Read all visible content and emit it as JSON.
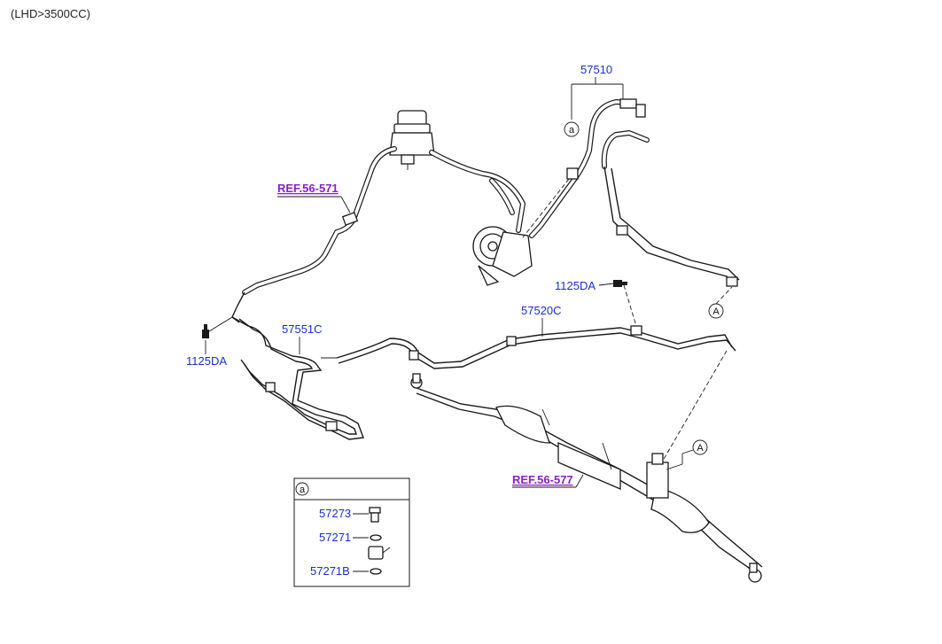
{
  "header": {
    "note": "(LHD>3500CC)"
  },
  "labels": {
    "p57510": "57510",
    "ref56571": "REF.56-571",
    "p1125da_right": "1125DA",
    "p57520c": "57520C",
    "p57551c": "57551C",
    "p1125da_left": "1125DA",
    "ref56577": "REF.56-577",
    "marker_a": "a",
    "marker_A": "A"
  },
  "detail_box": {
    "title": "a",
    "items": [
      {
        "part": "57273"
      },
      {
        "part": "57271"
      },
      {
        "part": "57271B"
      }
    ]
  },
  "colors": {
    "part_number": "#1a2fd0",
    "reference": "#8a20c8",
    "lines": "#1a1a1a"
  }
}
